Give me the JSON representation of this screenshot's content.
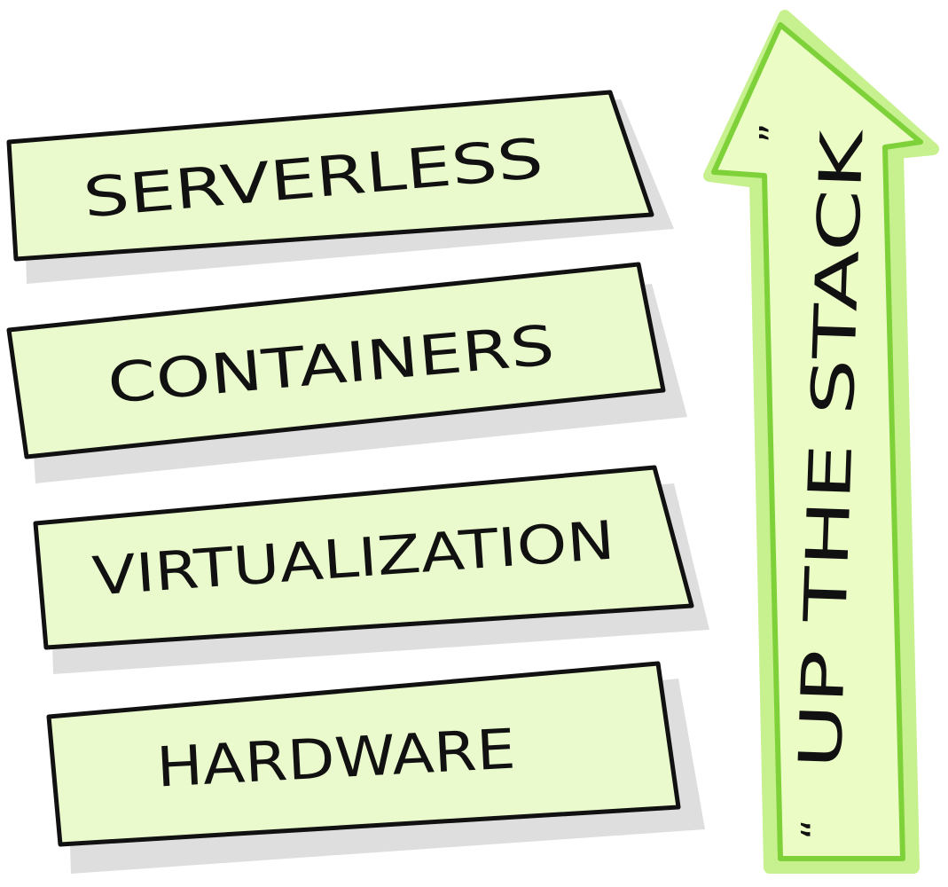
{
  "diagram": {
    "layers": [
      {
        "label": "SERVERLESS"
      },
      {
        "label": "CONTAINERS"
      },
      {
        "label": "VIRTUALIZATION"
      },
      {
        "label": "HARDWARE"
      }
    ],
    "arrow": {
      "label": "UP THE STACK",
      "open_quote": "“",
      "close_quote": "”"
    }
  },
  "colors": {
    "box_fill": "#ebfacc",
    "box_shadow": "#dedede",
    "box_stroke": "#111111",
    "arrow_fill": "#ebfcc5",
    "arrow_outer": "#c7f08e",
    "arrow_stroke": "#7fd13a",
    "text": "#111111"
  }
}
